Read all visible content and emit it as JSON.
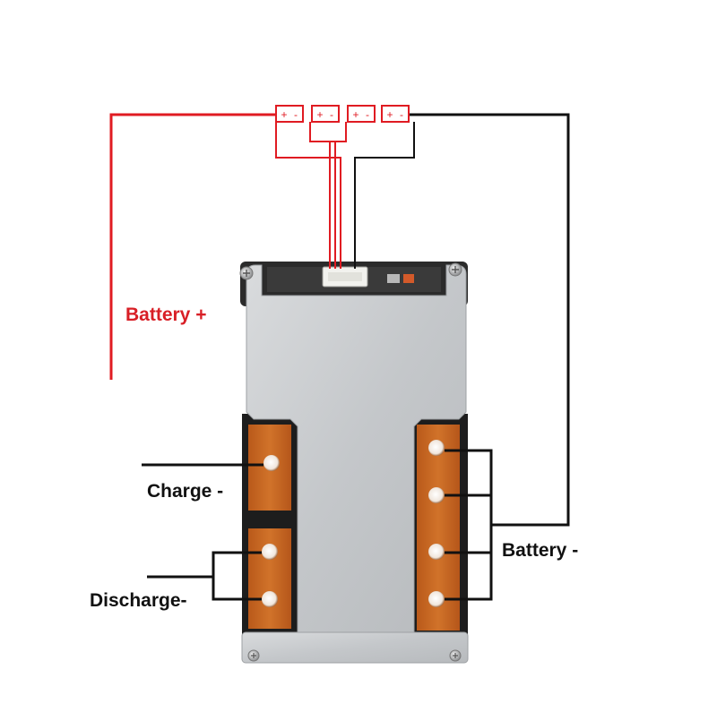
{
  "labels": {
    "battery_plus": "Battery +",
    "charge_minus": "Charge -",
    "discharge_minus": "Discharge-",
    "battery_minus": "Battery -"
  },
  "connector_pins": [
    {
      "plus": "+",
      "minus": "-"
    },
    {
      "plus": "+",
      "minus": "-"
    },
    {
      "plus": "+",
      "minus": "-"
    },
    {
      "plus": "+",
      "minus": "-"
    }
  ],
  "colors": {
    "positive_wire": "#e01b22",
    "negative_wire": "#111111",
    "copper_pad": "#c8651d",
    "board_plate": "#c9ccce"
  }
}
